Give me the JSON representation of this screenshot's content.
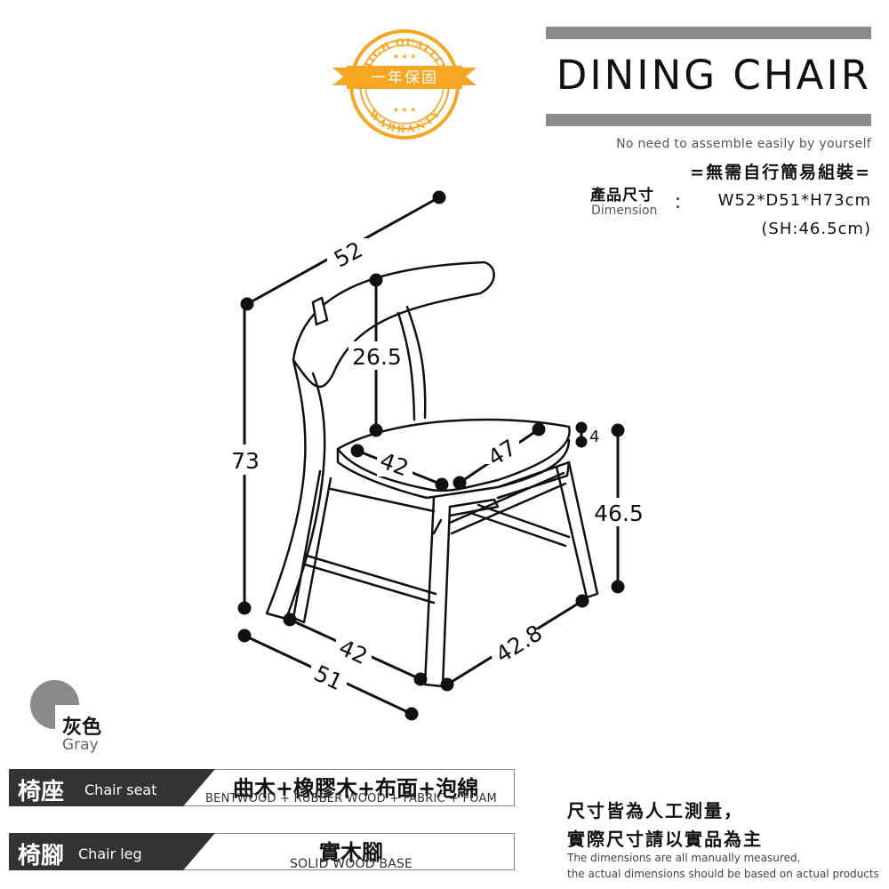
{
  "badge": {
    "top_text": "HIGH QUALITY",
    "bottom_text": "WARRANTY",
    "ribbon_text": "一年保固",
    "color": "#f5a623"
  },
  "header": {
    "title": "DINING CHAIR",
    "subtitle_en": "No need to assemble easily by yourself",
    "subtitle_zh": "=無需自行簡易組裝=",
    "dimension_label_zh": "產品尺寸",
    "dimension_label_en": "Dimension",
    "dimension_colon": "：",
    "dimension_value": "W52*D51*H73cm",
    "seat_height": "(SH:46.5cm)"
  },
  "diagram": {
    "width_top": "52",
    "backrest_height": "26.5",
    "height_total": "73",
    "seat_width": "42",
    "seat_depth": "47",
    "seat_thickness": "4",
    "seat_height": "46.5",
    "base_front": "42",
    "base_depth": "42.8",
    "depth_total": "51",
    "line_color": "#111111",
    "chair_color": "#ffffff"
  },
  "color_option": {
    "name_zh": "灰色",
    "name_en": "Gray",
    "swatch": "#8a8a8a"
  },
  "specs": [
    {
      "part_zh": "椅座",
      "part_en": "Chair seat",
      "material_zh": "曲木+橡膠木+布面+泡綿",
      "material_en": "BENTWOOD + RUBBER WOOD + FABRIC + FOAM"
    },
    {
      "part_zh": "椅腳",
      "part_en": "Chair leg",
      "material_zh": "實木腳",
      "material_en": "SOLID WOOD BASE"
    }
  ],
  "note": {
    "line1_zh": "尺寸皆為人工測量，",
    "line2_zh": "實際尺寸請以實品為主",
    "line1_en": "The dimensions are all manually measured,",
    "line2_en": "the actual dimensions should be based on actual products"
  },
  "colors": {
    "rule": "#8c8c8c",
    "spec_tab": "#333333"
  }
}
